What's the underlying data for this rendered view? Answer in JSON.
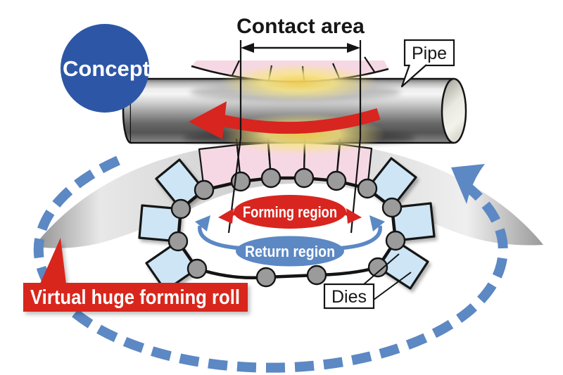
{
  "badge": {
    "label": "Concept"
  },
  "labels": {
    "contact_area": "Contact area",
    "pipe": "Pipe",
    "dies": "Dies",
    "forming_region": "Forming region",
    "return_region": "Return region",
    "virtual_roll": "Virtual huge forming roll"
  },
  "colors": {
    "accent_red": "#d8251f",
    "badge_blue": "#2d57a6",
    "rotation_blue": "#5c88c4",
    "die_blue_fill": "#cde5f5",
    "die_pink_fill": "#f6d8e4",
    "heat_yellow": "#f6dd6a",
    "roll_gray": "#bfbfbf",
    "outline_black": "#141414"
  },
  "diagram": {
    "forming_die_count": 5,
    "return_die_count": 6,
    "pipe_motion_direction": "left",
    "roll_rotation": "counterclockwise"
  }
}
